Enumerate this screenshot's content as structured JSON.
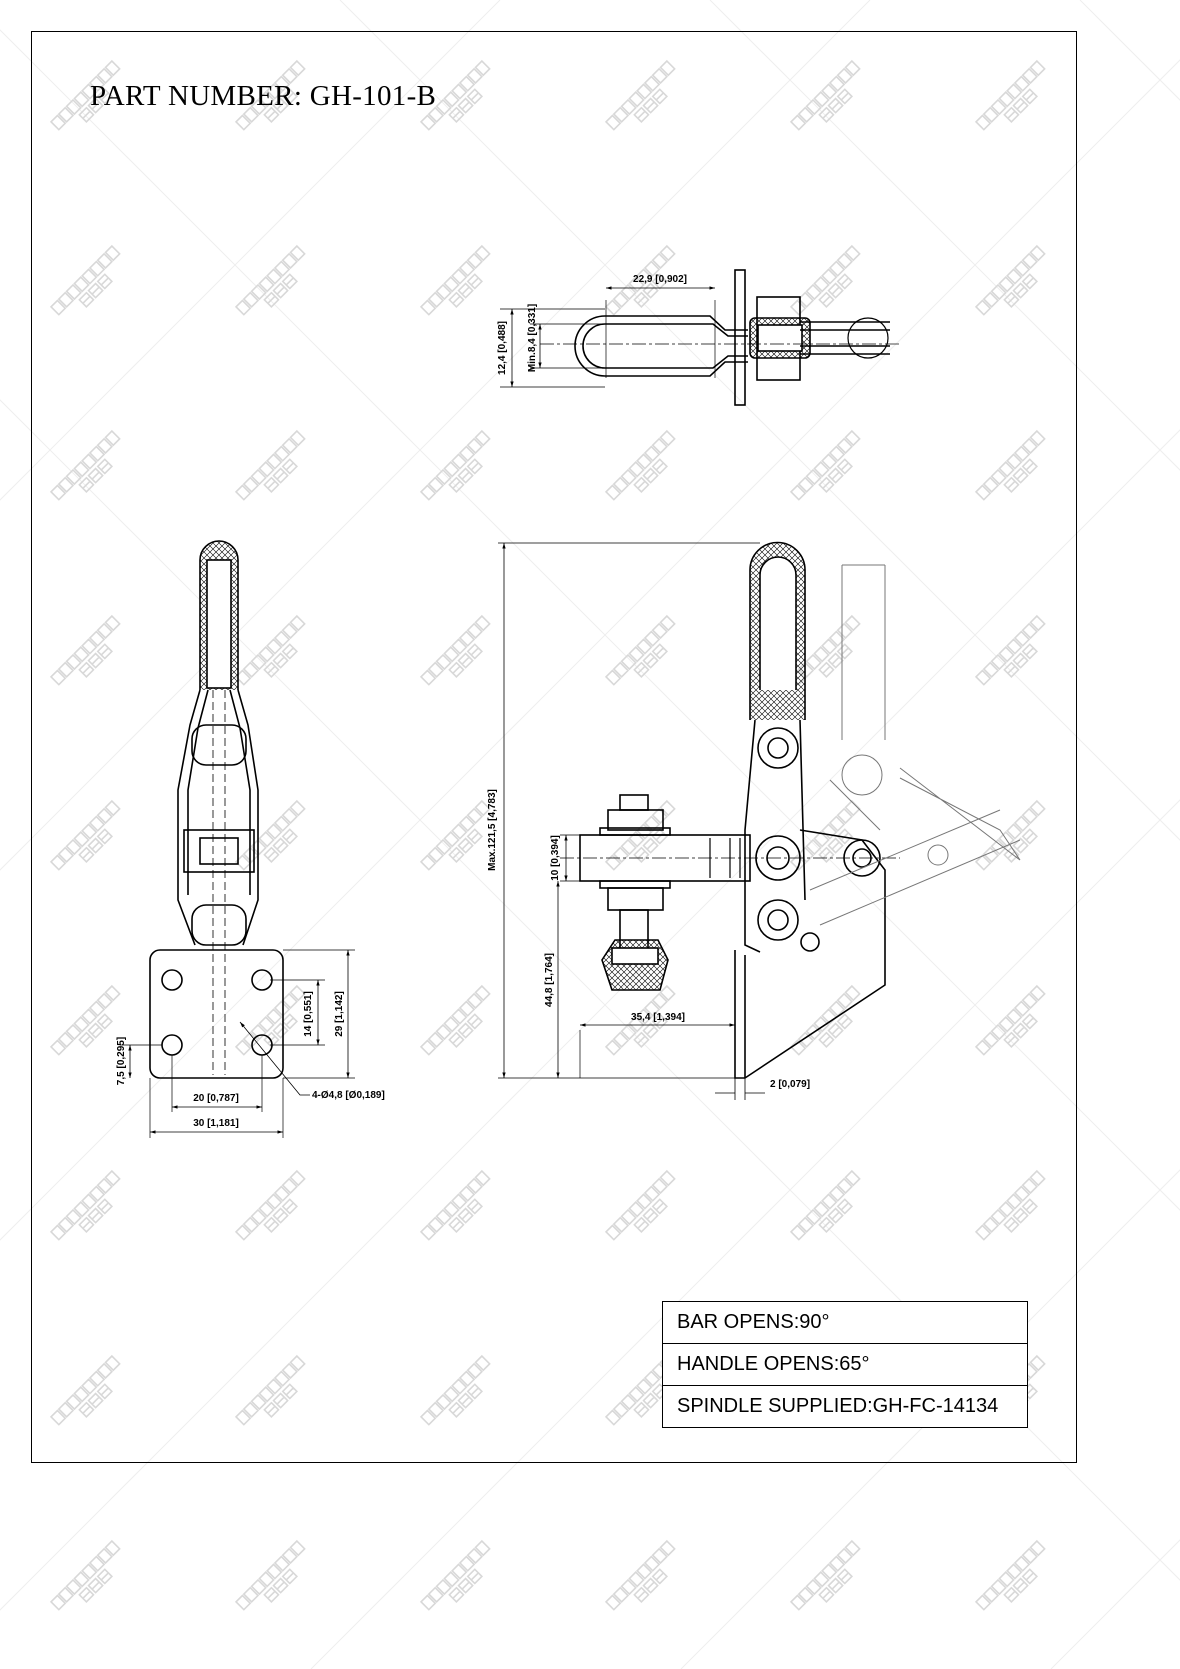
{
  "title": "PART NUMBER:  GH-101-B",
  "watermark": {
    "text": "JOINTECH",
    "subtext": "璟特科",
    "color": "#d8d8d8"
  },
  "dimensions": {
    "top_width": "22,9 [0,902]",
    "top_height": "12,4 [0,488]",
    "top_min": "Min.8,4 [0,331]",
    "max_height": "Max.121,5 [4,783]",
    "bar_thickness": "10 [0,394]",
    "spindle_height": "44,8 [1,764]",
    "reach": "35,4 [1,394]",
    "plate_thickness": "2 [0,079]",
    "hole_vspacing": "14 [0,551]",
    "base_height": "29 [1,142]",
    "hole_offset": "7,5 [0,295]",
    "hole_hspacing": "20 [0,787]",
    "base_width": "30 [1,181]",
    "holes": "4-Ø4,8 [Ø0,189]"
  },
  "spec_table": [
    "BAR OPENS:90°",
    "HANDLE OPENS:65°",
    "SPINDLE SUPPLIED:GH-FC-14134"
  ]
}
